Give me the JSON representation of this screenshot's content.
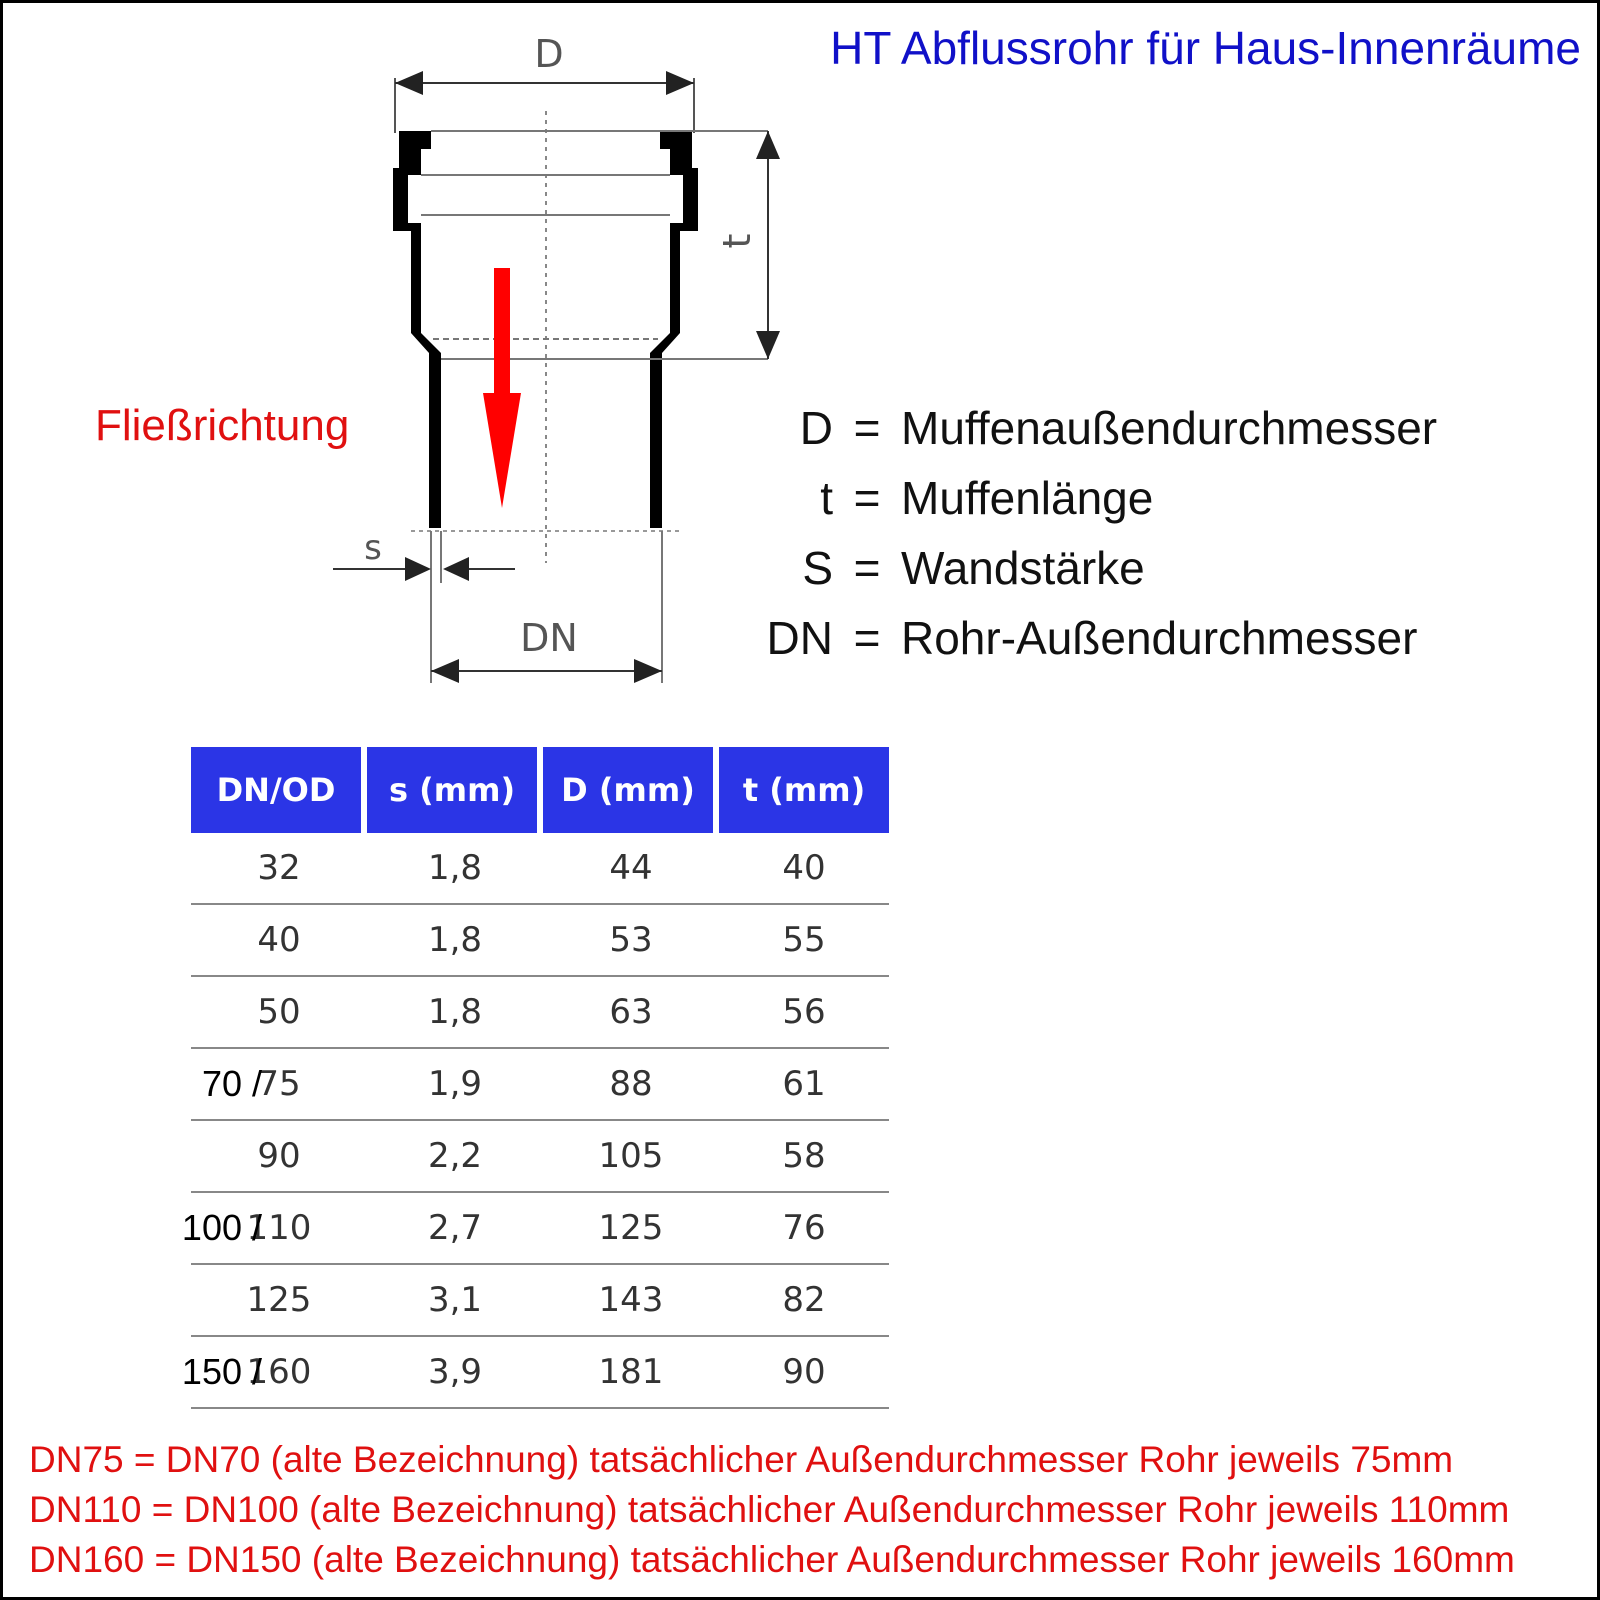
{
  "title": "HT Abflussrohr für Haus-Innenräume",
  "diagram": {
    "label_D": "D",
    "label_t": "t",
    "label_s": "s",
    "label_DN": "DN",
    "flow_label": "Fließrichtung",
    "colors": {
      "pipe": "#000000",
      "dim": "#606060",
      "arrow": "#ff0000"
    }
  },
  "legend": [
    {
      "symbol": "D",
      "eq": "=",
      "text": "Muffenaußendurchmesser"
    },
    {
      "symbol": "t",
      "eq": "=",
      "text": "Muffenlänge"
    },
    {
      "symbol": "S",
      "eq": "=",
      "text": "Wandstärke"
    },
    {
      "symbol": "DN",
      "eq": "=",
      "text": "Rohr-Außendurchmesser"
    }
  ],
  "table": {
    "headers": [
      "DN/OD",
      "s (mm)",
      "D (mm)",
      "t (mm)"
    ],
    "header_color": "#2b35e6",
    "rows": [
      {
        "old": "",
        "dn": "32",
        "s": "1,8",
        "d": "44",
        "t": "40"
      },
      {
        "old": "",
        "dn": "40",
        "s": "1,8",
        "d": "53",
        "t": "55"
      },
      {
        "old": "",
        "dn": "50",
        "s": "1,8",
        "d": "63",
        "t": "56"
      },
      {
        "old": "70 /",
        "dn": "75",
        "s": "1,9",
        "d": "88",
        "t": "61"
      },
      {
        "old": "",
        "dn": "90",
        "s": "2,2",
        "d": "105",
        "t": "58"
      },
      {
        "old": "100 /",
        "dn": "110",
        "s": "2,7",
        "d": "125",
        "t": "76"
      },
      {
        "old": "",
        "dn": "125",
        "s": "3,1",
        "d": "143",
        "t": "82"
      },
      {
        "old": "150 /",
        "dn": "160",
        "s": "3,9",
        "d": "181",
        "t": "90"
      }
    ]
  },
  "notes": [
    "DN75 = DN70 (alte Bezeichnung) tatsächlicher Außendurchmesser Rohr jeweils 75mm",
    "DN110 = DN100 (alte Bezeichnung) tatsächlicher Außendurchmesser Rohr jeweils 110mm",
    "DN160 = DN150 (alte Bezeichnung) tatsächlicher Außendurchmesser Rohr jeweils 160mm"
  ]
}
